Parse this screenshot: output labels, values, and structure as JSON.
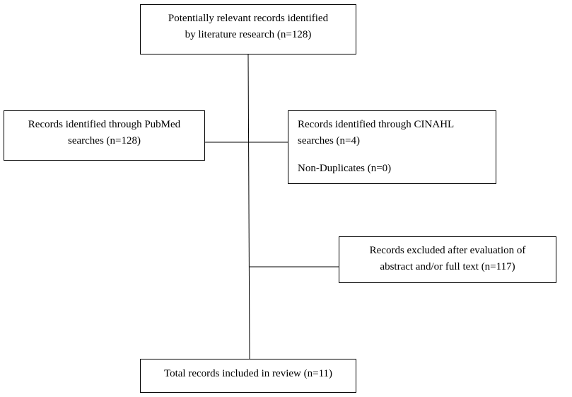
{
  "flowchart": {
    "top_box": {
      "line1": "Potentially relevant records identified",
      "line2": "by literature research (n=128)"
    },
    "pubmed_box": {
      "line1": "Records identified through PubMed",
      "line2": "searches (n=128)"
    },
    "cinahl_box": {
      "line1": "Records identified through CINAHL",
      "line2": "searches (n=4)",
      "line3": "Non-Duplicates (n=0)"
    },
    "excluded_box": {
      "line1": "Records excluded after evaluation of",
      "line2": "abstract and/or full text (n=117)"
    },
    "total_box": {
      "line1": "Total records included in review (n=11)"
    }
  }
}
